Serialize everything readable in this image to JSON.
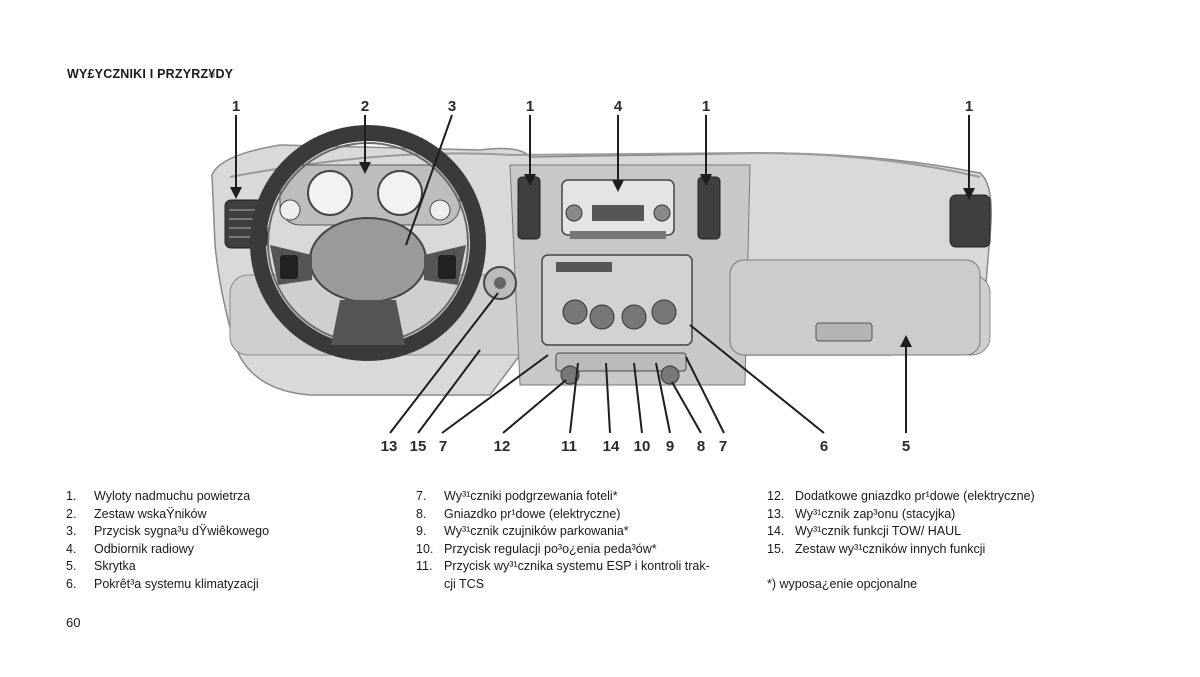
{
  "heading": "WY£YCZNIKI I PRZYRZ¥DY",
  "page_number": "60",
  "callouts": [
    "1",
    "2",
    "3",
    "1",
    "4",
    "1",
    "1",
    "13",
    "15",
    "7",
    "12",
    "11",
    "14",
    "10",
    "9",
    "8",
    "7",
    "6",
    "5"
  ],
  "legend_col1": [
    {
      "num": "1.",
      "text": "Wyloty nadmuchu powietrza"
    },
    {
      "num": "2.",
      "text": "Zestaw wskaŸników"
    },
    {
      "num": "3.",
      "text": "Przycisk sygna³u dŸwiêkowego"
    },
    {
      "num": "4.",
      "text": "Odbiornik radiowy"
    },
    {
      "num": "5.",
      "text": "Skrytka"
    },
    {
      "num": "6.",
      "text": "Pokrêt³a systemu klimatyzacji"
    }
  ],
  "legend_col2": [
    {
      "num": "7.",
      "text": "Wy³¹czniki podgrzewania foteli*"
    },
    {
      "num": "8.",
      "text": "Gniazdko pr¹dowe (elektryczne)"
    },
    {
      "num": "9.",
      "text": "Wy³¹cznik czujników parkowania*"
    },
    {
      "num": "10.",
      "text": "Przycisk regulacji po³o¿enia peda³ów*"
    },
    {
      "num": "11.",
      "text": "Przycisk wy³¹cznika systemu ESP i kontroli trak-"
    }
  ],
  "legend_col2_cont": "cji TCS",
  "legend_col3": [
    {
      "num": "12.",
      "text": "Dodatkowe gniazdko pr¹dowe (elektryczne)"
    },
    {
      "num": "13.",
      "text": "Wy³¹cznik zap³onu (stacyjka)"
    },
    {
      "num": "14.",
      "text": "Wy³¹cznik funkcji TOW/ HAUL"
    },
    {
      "num": "15.",
      "text": "Zestaw wy³¹czników innych funkcji"
    }
  ],
  "footnote": "*) wyposa¿enie opcjonalne"
}
